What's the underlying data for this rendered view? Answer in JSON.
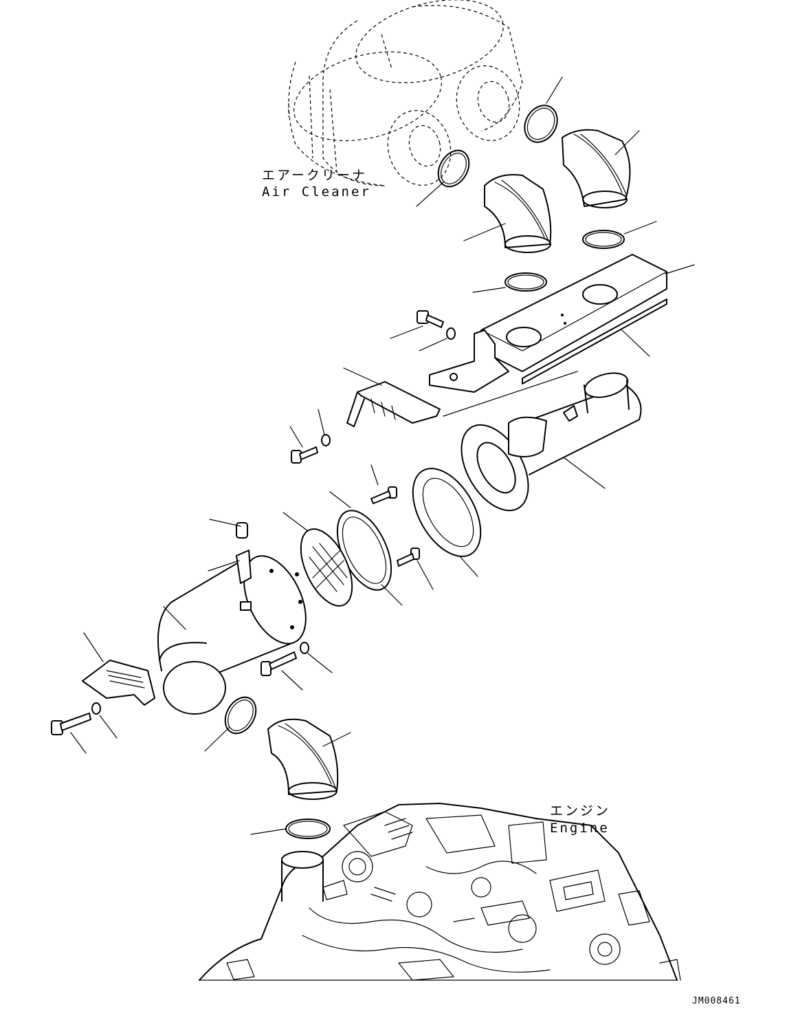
{
  "labels": {
    "air_cleaner_jp": "エアークリーナ",
    "air_cleaner_en": "Air Cleaner",
    "engine_jp": "エンジン",
    "engine_en": "Engine"
  },
  "drawing_code": "JM008461"
}
